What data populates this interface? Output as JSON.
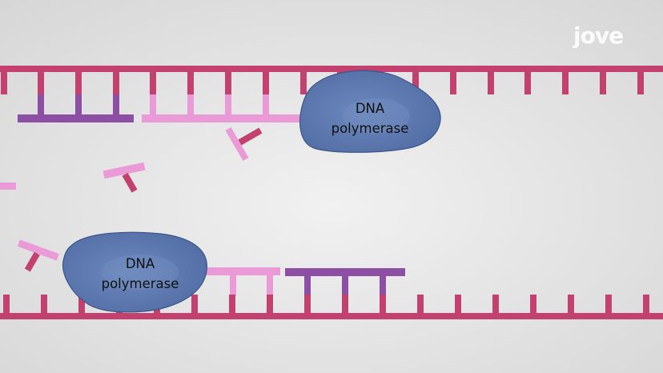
{
  "logo": {
    "text": "jove"
  },
  "enzymes": [
    {
      "line1": "DNA",
      "line2": "polymerase"
    },
    {
      "line1": "DNA",
      "line2": "polymerase"
    }
  ],
  "colors": {
    "background": "#e6e6e6",
    "template_strand": "#c2416f",
    "new_strand_light": "#ea9ad7",
    "new_strand_dark": "#8d4fa3",
    "enzyme_fill": "#5a77ad",
    "enzyme_stroke": "#3c5486"
  }
}
